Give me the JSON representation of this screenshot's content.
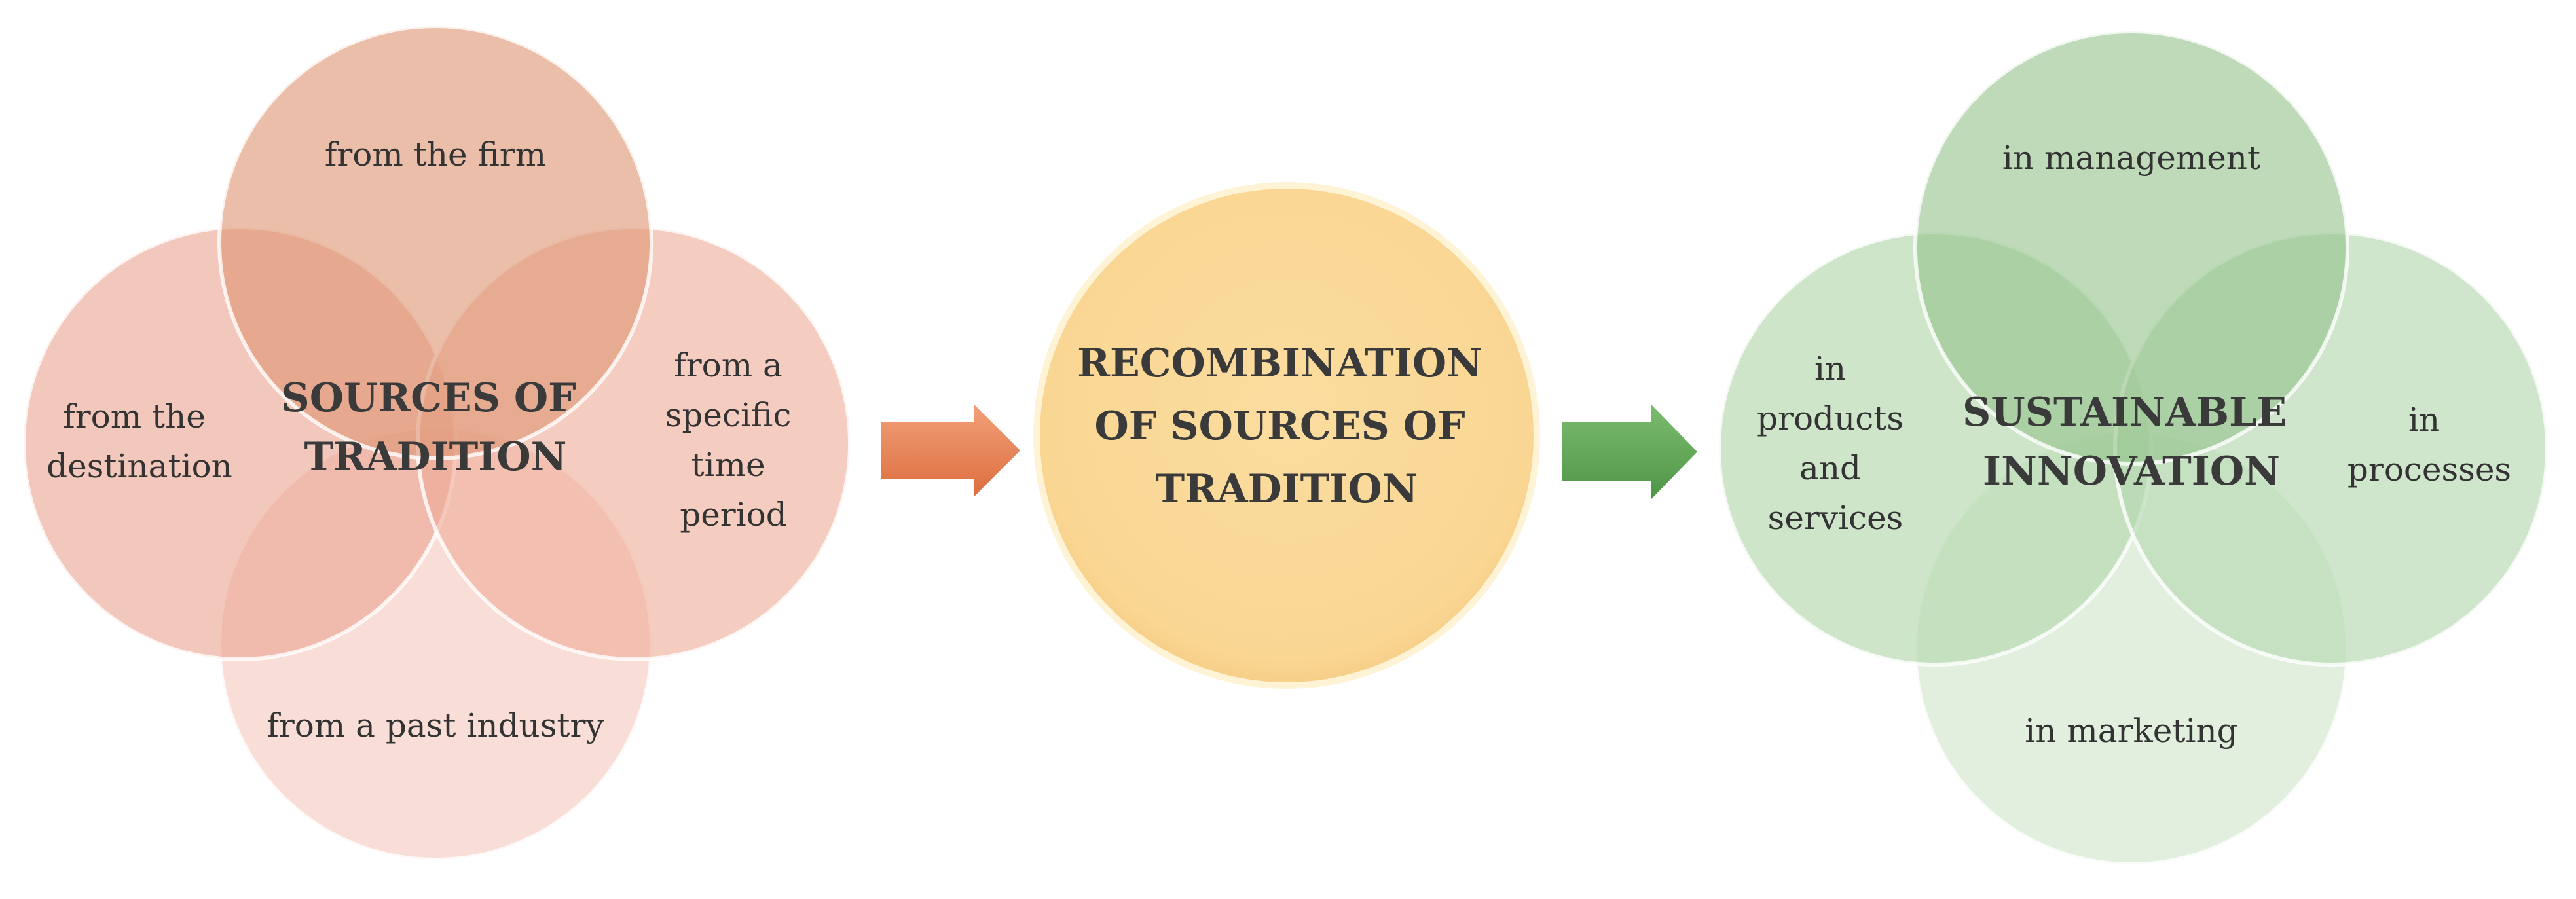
{
  "sources": {
    "title_line1": "SOURCES OF",
    "title_line2": "TRADITION",
    "top": "from the firm",
    "left_line1": "from the",
    "left_line2": "destination",
    "right_line1": "from a",
    "right_line2": "specific",
    "right_line3": "time",
    "right_line4": "period",
    "bottom": "from a past industry"
  },
  "recombination": {
    "line1": "RECOMBINATION",
    "line2": "OF SOURCES OF",
    "line3": "TRADITION"
  },
  "innovation": {
    "title_line1": "SUSTAINABLE",
    "title_line2": "INNOVATION",
    "top": "in management",
    "left_line1": "in",
    "left_line2": "products",
    "left_line3": "and",
    "left_line4": "services",
    "right_line1": "in",
    "right_line2": "processes",
    "bottom": "in marketing"
  },
  "colors": {
    "source_top": "#dd9674",
    "source_left": "#eba793",
    "source_right": "#eeaa96",
    "source_bottom": "#f6d3ca",
    "recombination_fill": "#fbdc9c",
    "arrow_orange": "#e9885b",
    "arrow_green": "#62a656",
    "innovation_top": "#93c28b",
    "innovation_left": "#b4d7ad",
    "innovation_right": "#b6d8b0",
    "innovation_bottom": "#d5e8d2"
  }
}
